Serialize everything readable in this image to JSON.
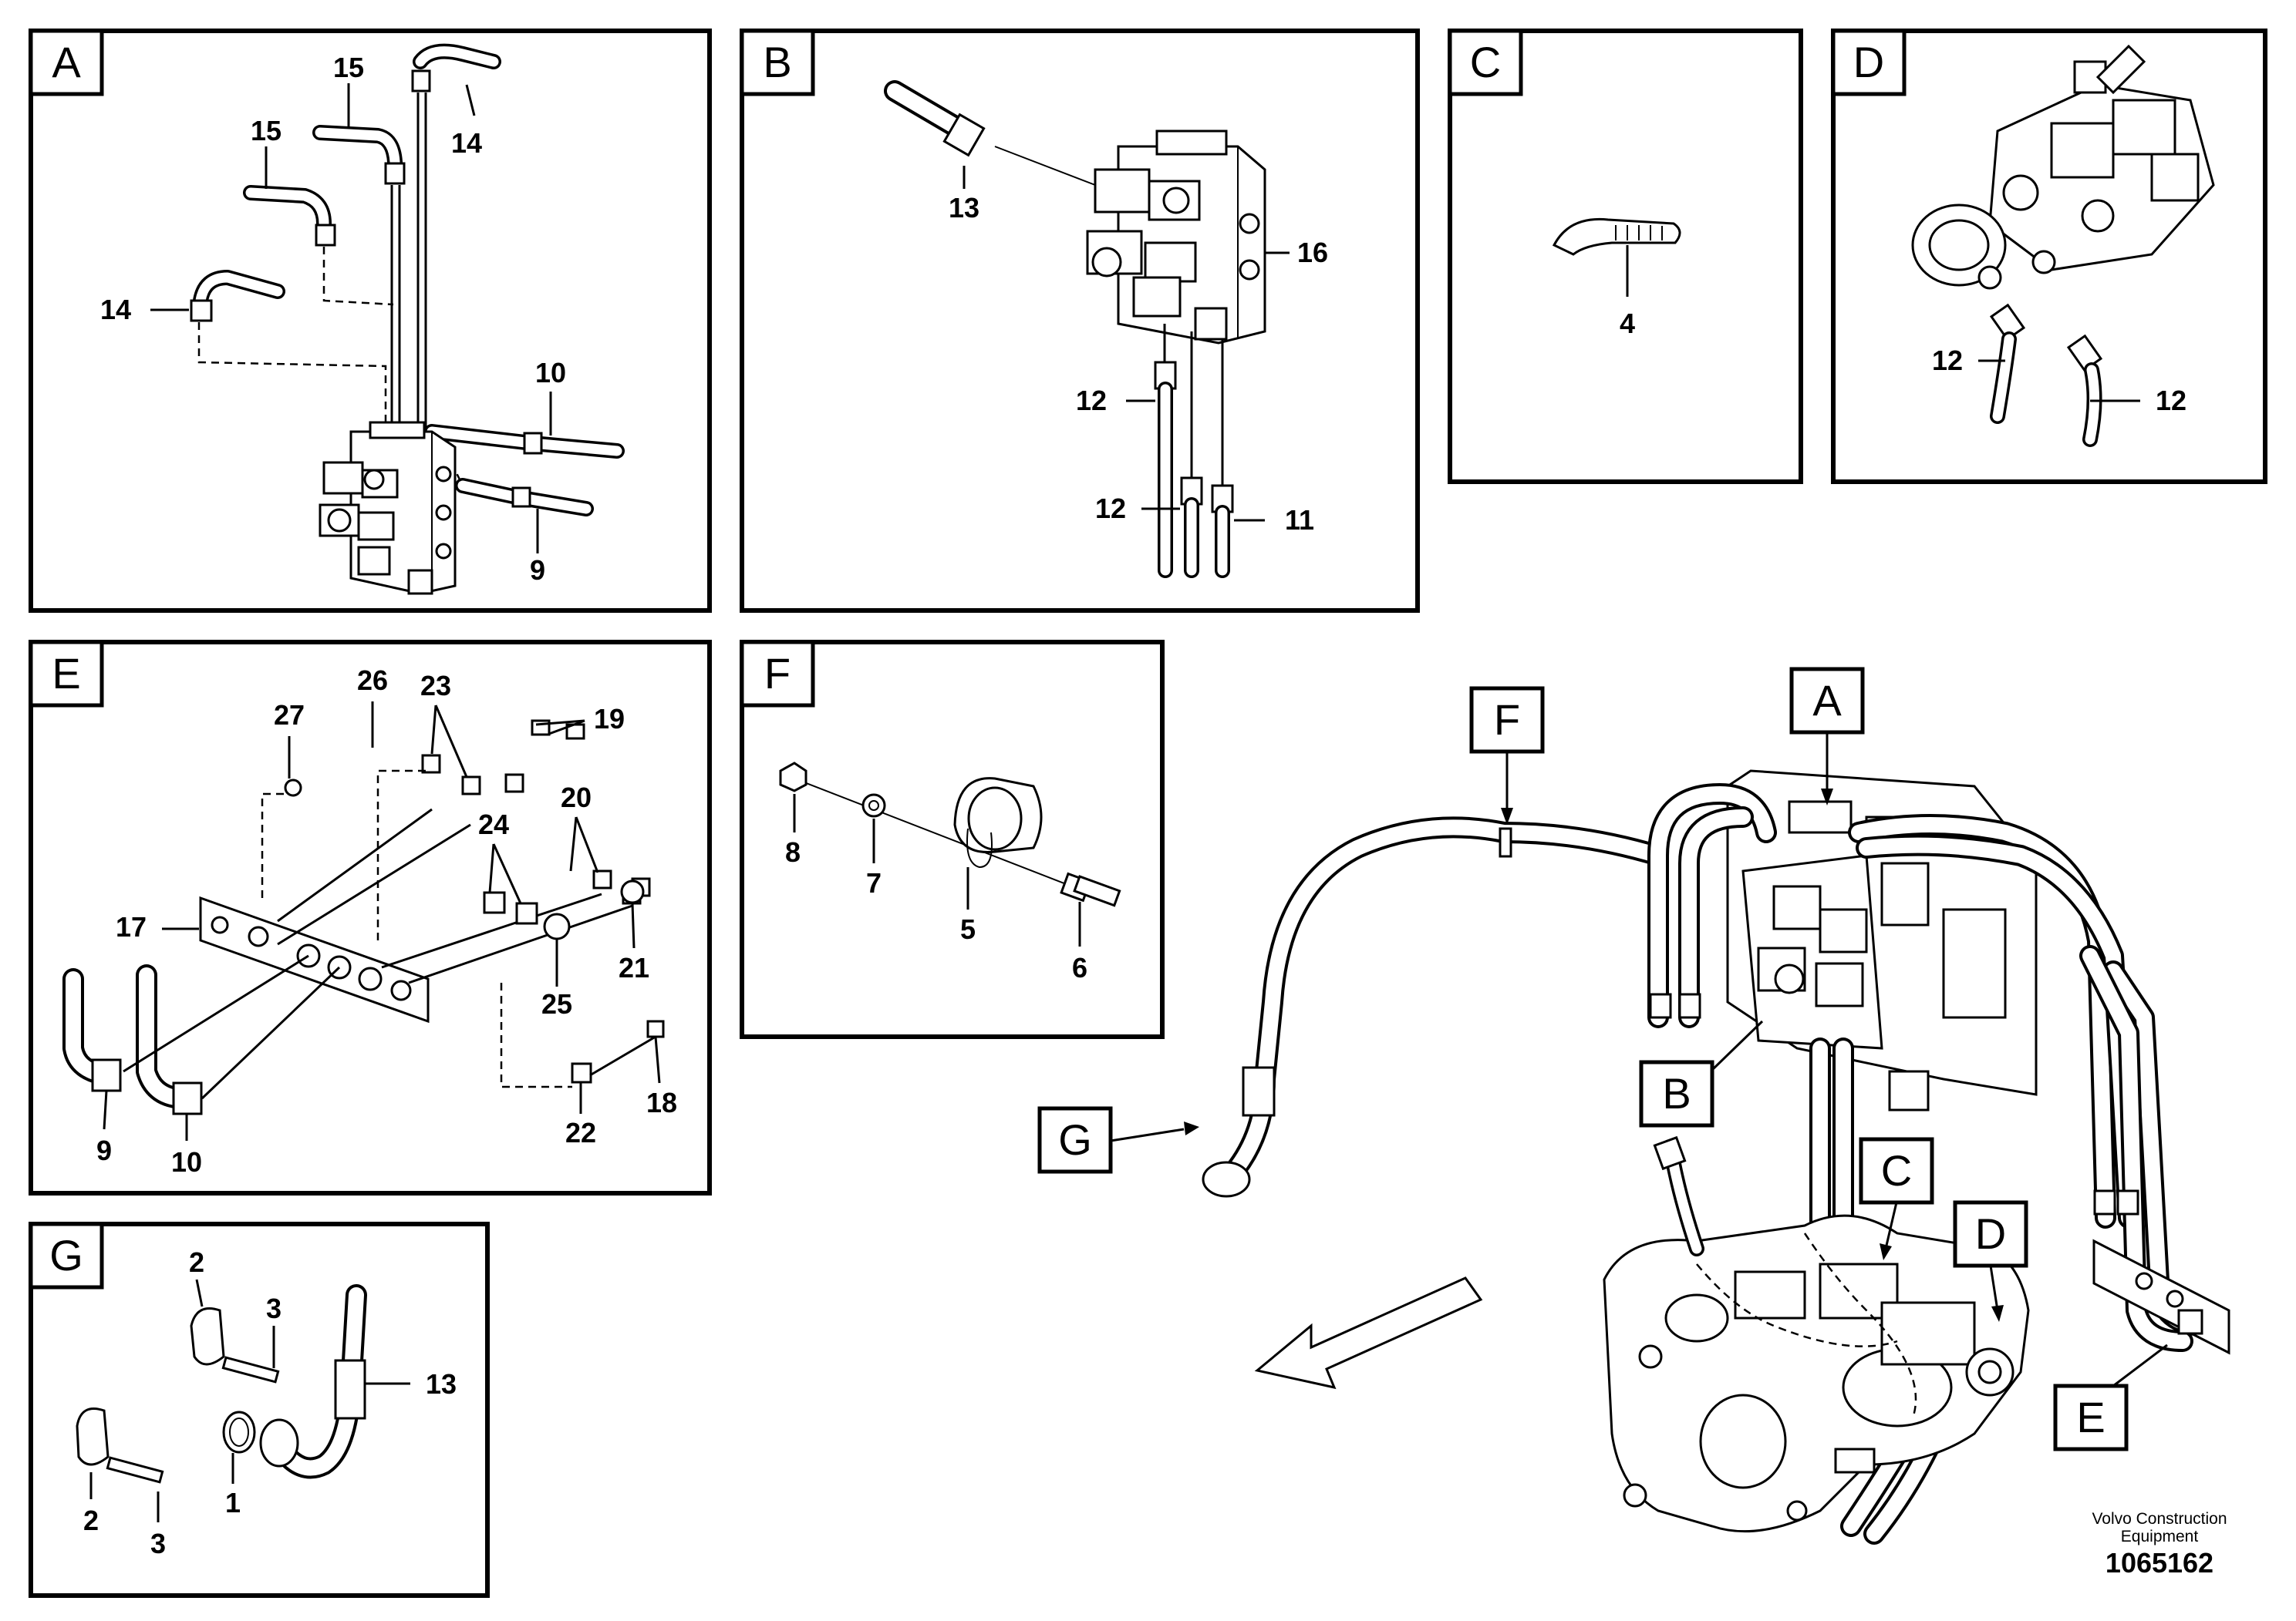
{
  "panels": {
    "A": {
      "tag": "A",
      "callouts": [
        "15",
        "15",
        "14",
        "14",
        "10",
        "9"
      ]
    },
    "B": {
      "tag": "B",
      "callouts": [
        "13",
        "16",
        "12",
        "12",
        "11"
      ]
    },
    "C": {
      "tag": "C",
      "callouts": [
        "4"
      ]
    },
    "D": {
      "tag": "D",
      "callouts": [
        "12",
        "12"
      ]
    },
    "E": {
      "tag": "E",
      "callouts": [
        "27",
        "26",
        "23",
        "19",
        "20",
        "24",
        "17",
        "21",
        "25",
        "9",
        "10",
        "22",
        "18"
      ]
    },
    "F": {
      "tag": "F",
      "callouts": [
        "8",
        "7",
        "5",
        "6"
      ]
    },
    "G": {
      "tag": "G",
      "callouts": [
        "2",
        "3",
        "13",
        "2",
        "3",
        "1"
      ]
    }
  },
  "overview": {
    "tags": [
      "F",
      "A",
      "B",
      "G",
      "C",
      "D",
      "E"
    ]
  },
  "footer": {
    "maker_line1": "Volvo Construction",
    "maker_line2": "Equipment",
    "figure_number": "1065162"
  },
  "colors": {
    "ink": "#000000",
    "paper": "#ffffff"
  }
}
